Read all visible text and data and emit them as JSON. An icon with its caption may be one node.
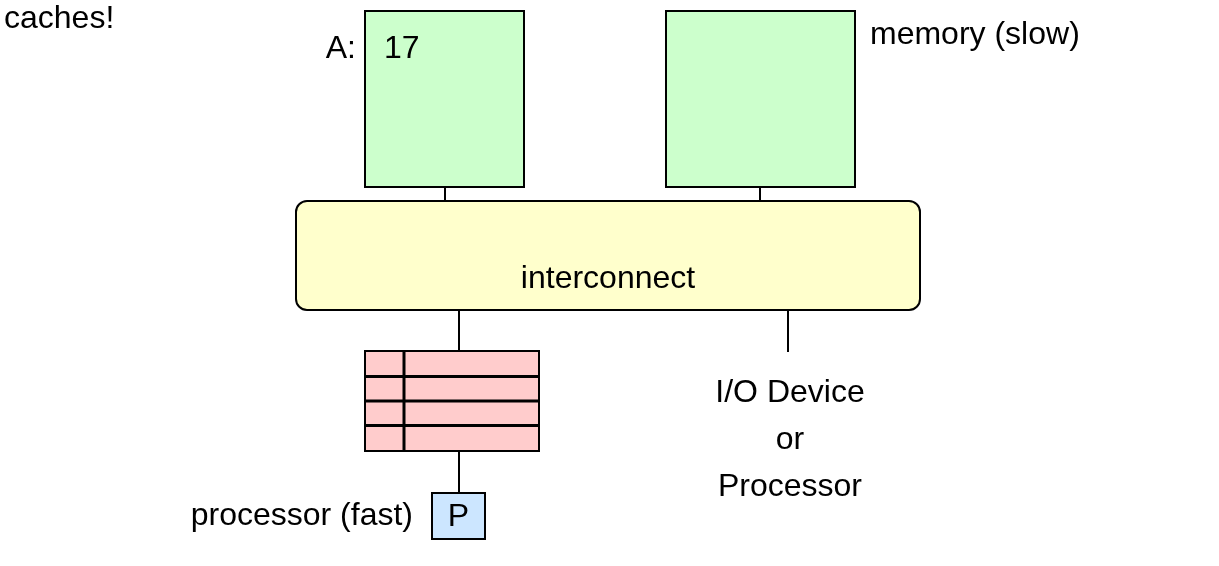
{
  "diagram": {
    "nodes": [
      {
        "text": [
          "17"
        ],
        "beside": [
          "A:"
        ]
      },
      {
        "text": [],
        "shape": "box",
        "beside": [
          "memory (slow)"
        ]
      },
      {
        "text": [
          "interconnect"
        ]
      },
      {
        "text": [],
        "shape": "box"
      },
      {
        "text": [
          "P"
        ],
        "beside": [
          "processor (fast)"
        ]
      },
      {
        "text": [
          "I/O Device or Processor"
        ]
      }
    ],
    "edges": [
      {
        "from": 0,
        "to": 2,
        "arrow": "none"
      },
      {
        "from": 1,
        "to": 2,
        "arrow": "none"
      },
      {
        "from": 2,
        "to": 3,
        "arrow": "none"
      },
      {
        "from": 3,
        "to": 4,
        "arrow": "none"
      },
      {
        "from": 2,
        "to": 5,
        "arrow": "none"
      }
    ],
    "labels": [
      "caches!"
    ]
  }
}
